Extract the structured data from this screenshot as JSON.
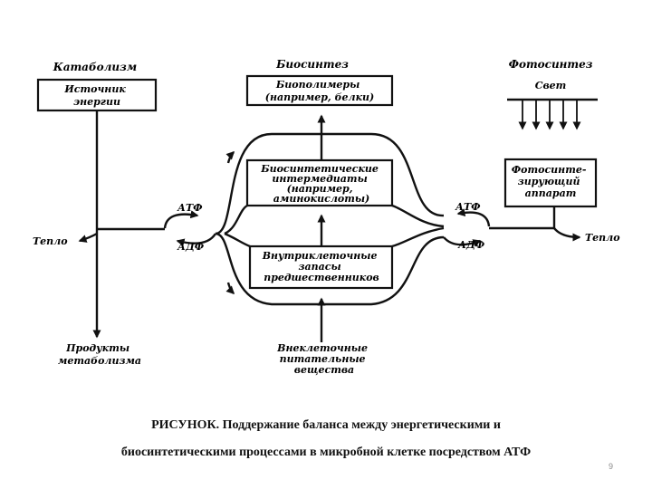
{
  "catabolism": {
    "header": "Катаболизм",
    "source_box": [
      "Источник",
      "энергии"
    ],
    "heat": "Тепло",
    "products": [
      "Продукты",
      "метаболизма"
    ]
  },
  "biosynthesis": {
    "header": "Биосинтез",
    "biopolymers_box": [
      "Биополимеры",
      "(например, белки)"
    ],
    "intermediates_box": [
      "Биосинтетические",
      "интермедиаты",
      "(например,",
      "аминокислоты)"
    ],
    "pools_box": [
      "Внутриклеточные",
      "запасы",
      "предшественников"
    ],
    "nutrients": [
      "Внеклеточные",
      "питательные",
      "вещества"
    ]
  },
  "photosynthesis": {
    "header": "Фотосинтез",
    "light": "Свет",
    "apparatus_box": [
      "Фотосинте-",
      "зирующий",
      "аппарат"
    ],
    "heat": "Тепло"
  },
  "atp_cycle_left": {
    "atp": "АТФ",
    "adp": "АДФ"
  },
  "atp_cycle_right": {
    "atp": "АТФ",
    "adp": "АДФ"
  },
  "caption": {
    "line1": "РИСУНОК. Поддержание баланса между энергетическими и",
    "line2": "биосинтетическими процессами в микробной клетке посредством АТФ"
  },
  "page_number": "9"
}
